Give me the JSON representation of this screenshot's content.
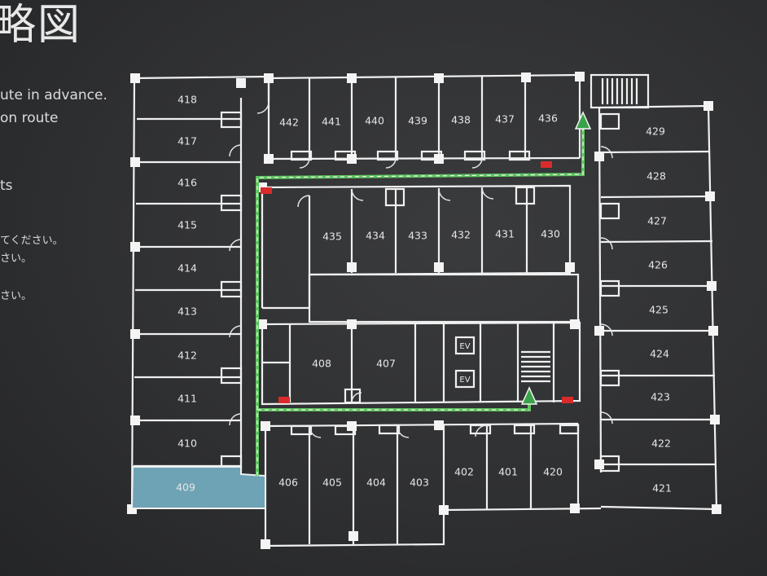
{
  "header": {
    "title_fragment": "略図"
  },
  "notes": [
    "ute in advance.",
    "on route",
    "ts",
    "てください。",
    "さい。",
    "さい。"
  ],
  "rooms": {
    "r418": "418",
    "r417": "417",
    "r416": "416",
    "r415": "415",
    "r414": "414",
    "r413": "413",
    "r412": "412",
    "r411": "411",
    "r410": "410",
    "r409": "409",
    "r442": "442",
    "r441": "441",
    "r440": "440",
    "r439": "439",
    "r438": "438",
    "r437": "437",
    "r436": "436",
    "r435": "435",
    "r434": "434",
    "r433": "433",
    "r432": "432",
    "r431": "431",
    "r430": "430",
    "r429": "429",
    "r428": "428",
    "r427": "427",
    "r426": "426",
    "r425": "425",
    "r424": "424",
    "r423": "423",
    "r422": "422",
    "r421": "421",
    "r408": "408",
    "r407": "407",
    "r406": "406",
    "r405": "405",
    "r404": "404",
    "r403": "403",
    "r402": "402",
    "r401": "401",
    "r420": "420"
  },
  "elevators": [
    "EV",
    "EV"
  ],
  "colors": {
    "background": "#2e2f31",
    "walls": "#f2f2f2",
    "current_room": "#6ea3b5",
    "route": "#5cc45c",
    "exit_arrow": "#3aa24a",
    "extinguisher": "#d92b2b"
  },
  "icons": [
    "exit-arrow-icon",
    "exit-arrow-icon",
    "fire-extinguisher-icon",
    "fire-extinguisher-icon",
    "fire-extinguisher-icon",
    "fire-extinguisher-icon"
  ]
}
